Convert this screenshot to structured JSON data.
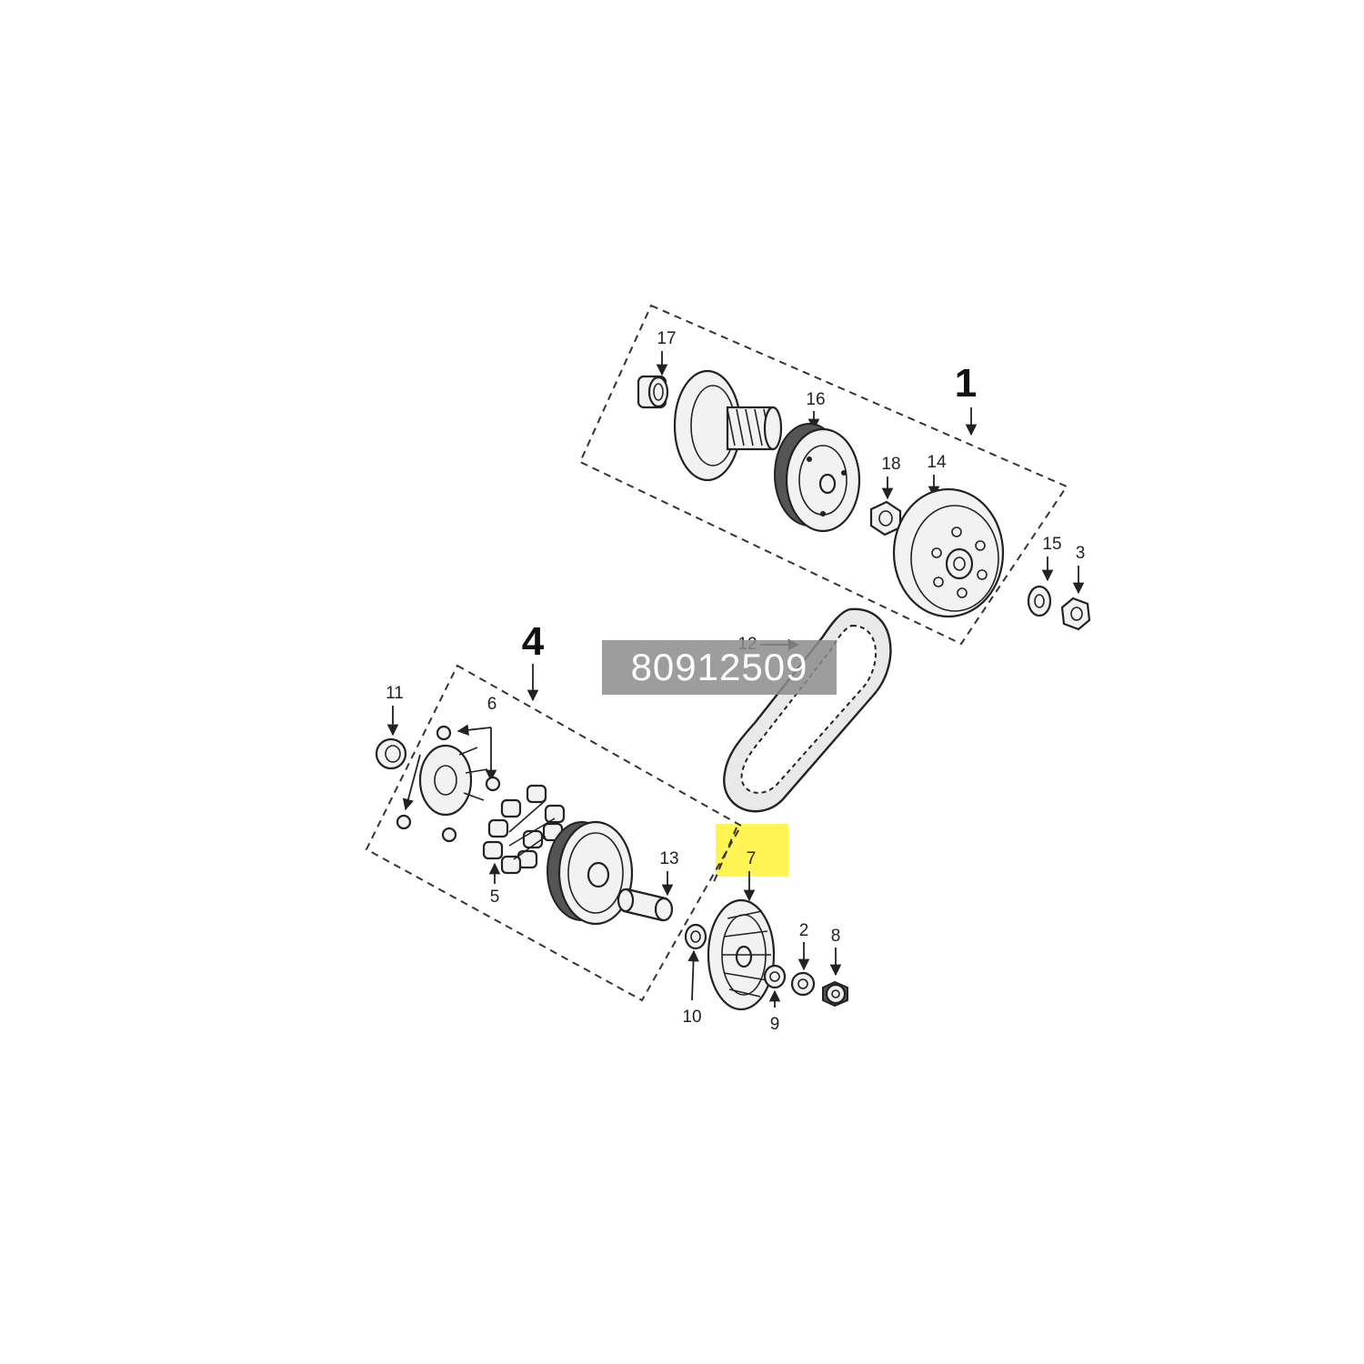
{
  "watermark": {
    "text": "80912509"
  },
  "highlight": {
    "color": "#fff233",
    "part": "7"
  },
  "assemblies": [
    {
      "id": "clutch-assembly",
      "label": "1"
    },
    {
      "id": "drive-pulley-assembly",
      "label": "4"
    }
  ],
  "callouts": {
    "p2": "2",
    "p3": "3",
    "p5": "5",
    "p6": "6",
    "p7": "7",
    "p8": "8",
    "p9": "9",
    "p10": "10",
    "p11": "11",
    "p12": "12",
    "p13": "13",
    "p14": "14",
    "p15": "15",
    "p16": "16",
    "p17": "17",
    "p18": "18"
  },
  "icons": [
    "arrow-icon",
    "bearing-icon",
    "nut-icon",
    "washer-icon",
    "spring-icon",
    "roller-icon"
  ]
}
